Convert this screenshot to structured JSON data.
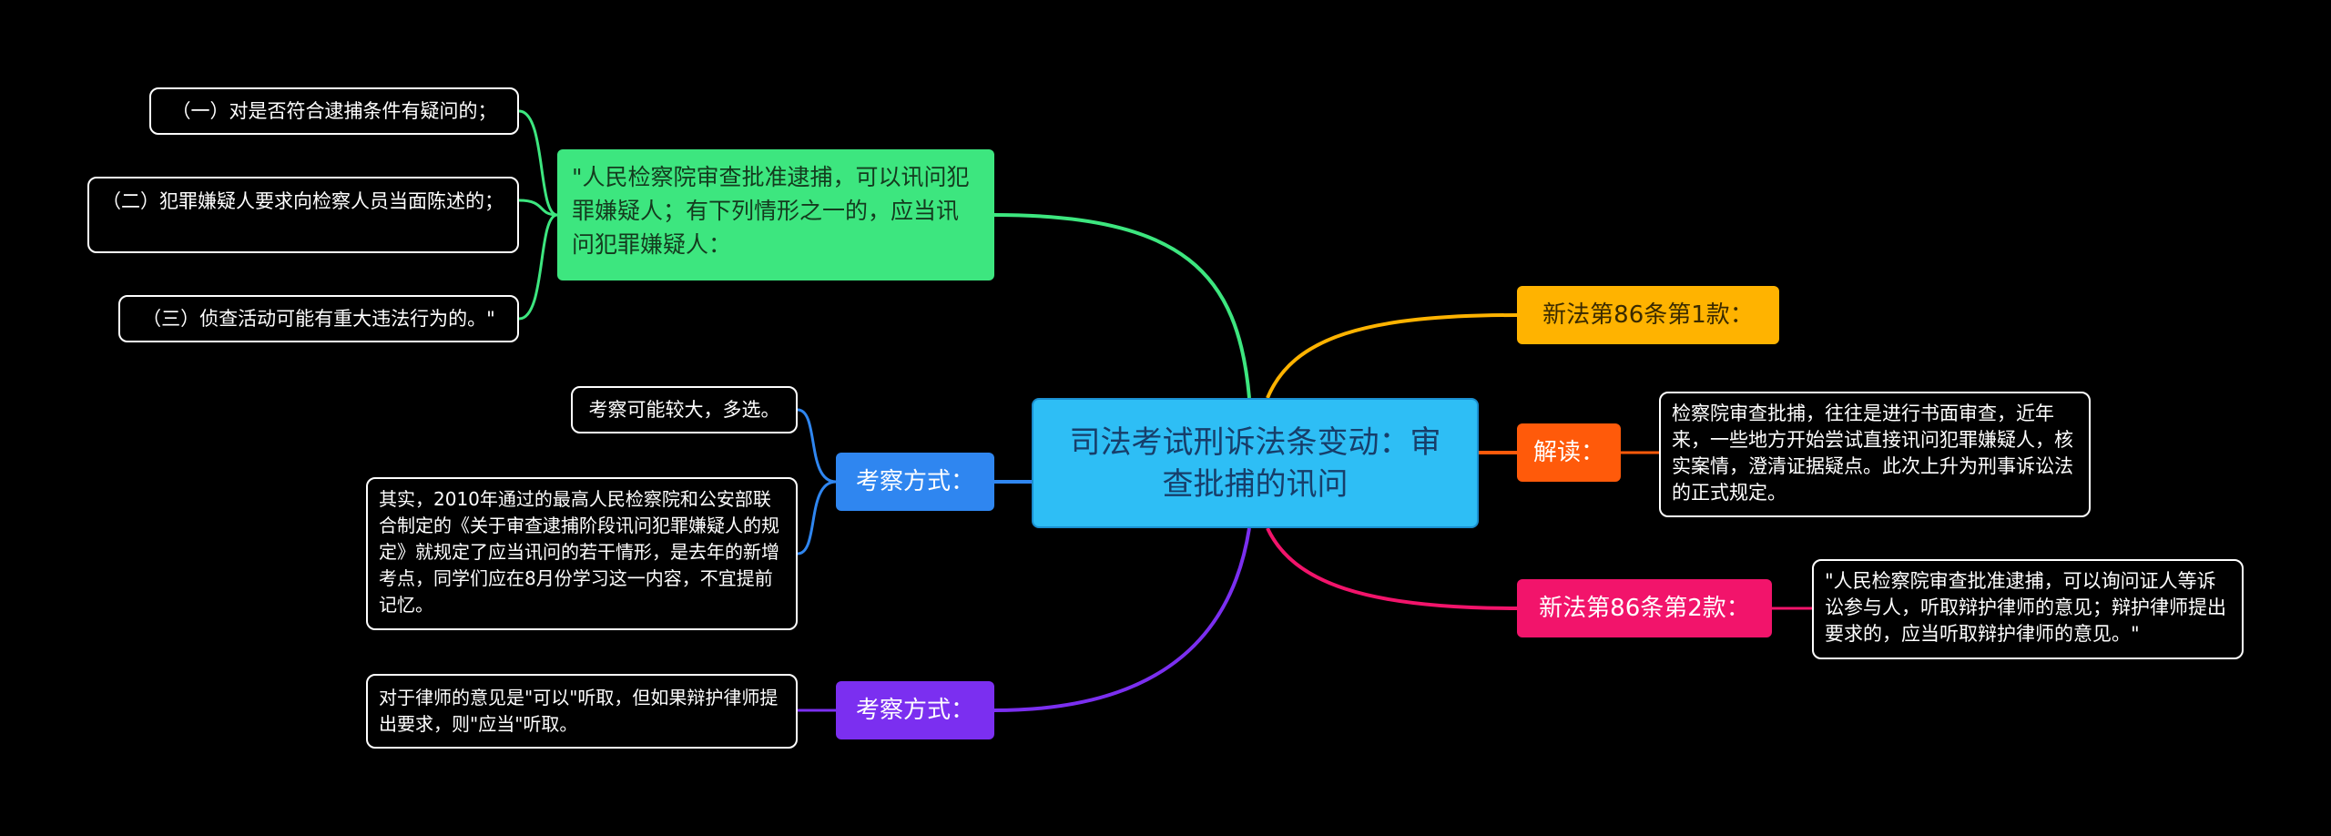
{
  "colors": {
    "background": "#000000",
    "root": "#2ebef5",
    "green": "#3de67f",
    "blue": "#2f86f0",
    "purple": "#7b2ff0",
    "yellow": "#ffb300",
    "orange": "#ff5a0a",
    "pink": "#f2146b"
  },
  "root": {
    "title": "司法考试刑诉法条变动：审查批捕的讯问"
  },
  "left": {
    "green_branch": {
      "text": "\"人民检察院审查批准逮捕，可以讯问犯罪嫌疑人；有下列情形之一的，应当讯问犯罪嫌疑人：",
      "children": [
        "（一）对是否符合逮捕条件有疑问的；",
        "（二）犯罪嫌疑人要求向检察人员当面陈述的；",
        "（三）侦查活动可能有重大违法行为的。\""
      ]
    },
    "blue_branch": {
      "label": "考察方式：",
      "children": [
        "考察可能较大，多选。",
        "其实，2010年通过的最高人民检察院和公安部联合制定的《关于审查逮捕阶段讯问犯罪嫌疑人的规定》就规定了应当讯问的若干情形，是去年的新增考点，同学们应在8月份学习这一内容，不宜提前记忆。"
      ]
    },
    "purple_branch": {
      "label": "考察方式：",
      "children": [
        "对于律师的意见是\"可以\"听取，但如果辩护律师提出要求，则\"应当\"听取。"
      ]
    }
  },
  "right": {
    "yellow_branch": {
      "label": "新法第86条第1款："
    },
    "orange_branch": {
      "label": "解读：",
      "children": [
        "检察院审查批捕，往往是进行书面审查，近年来，一些地方开始尝试直接讯问犯罪嫌疑人，核实案情，澄清证据疑点。此次上升为刑事诉讼法的正式规定。"
      ]
    },
    "pink_branch": {
      "label": "新法第86条第2款：",
      "children": [
        "\"人民检察院审查批准逮捕，可以询问证人等诉讼参与人，听取辩护律师的意见；辩护律师提出要求的，应当听取辩护律师的意见。\""
      ]
    }
  }
}
